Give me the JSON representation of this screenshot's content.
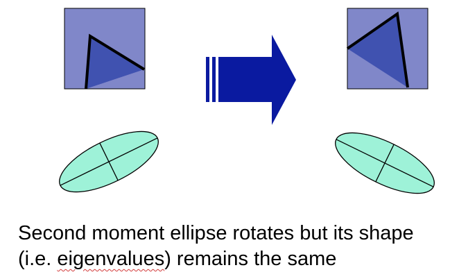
{
  "caption": {
    "line1": "Second moment ellipse rotates but its shape",
    "line2_prefix": "(i.e. ",
    "line2_flagged": "eigenvalues",
    "line2_suffix": ") remains the same"
  },
  "colors": {
    "square_fill": "#8087c9",
    "triangle_fill": "#4052b0",
    "outline": "#000000",
    "arrow_fill": "#0a1aa0",
    "ellipse_fill": "#9ef2d8",
    "spellcheck_underline": "#d23a3a"
  },
  "shapes": {
    "left": {
      "square": "square",
      "triangle": "triangle",
      "ellipse": "second-moment-ellipse"
    },
    "right": {
      "square": "square",
      "triangle": "rotated-triangle",
      "ellipse": "rotated-second-moment-ellipse"
    },
    "transform_arrow": "right-arrow-icon"
  }
}
